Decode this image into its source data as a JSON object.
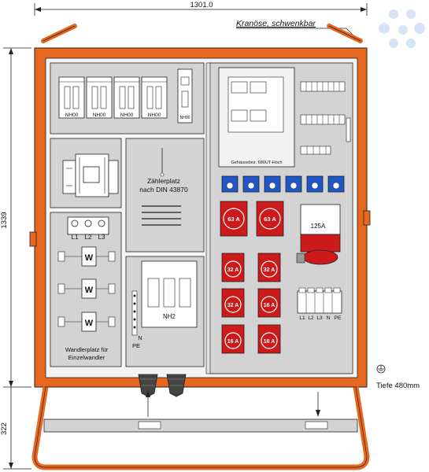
{
  "dims": {
    "width": "1301.0",
    "height": "1339",
    "base_height": "322",
    "depth": "Tiefe 480mm"
  },
  "annotations": {
    "crane": "Kranöse, schwenkbar",
    "meter_line1": "Zählerplatz",
    "meter_line2": "nach DIN 43870",
    "transformer_line1": "Wandlerplatz für",
    "transformer_line2": "Einzelwandler",
    "housing": "Gehäusebez. 680UT-Hoch"
  },
  "fuses": {
    "nh": [
      "NH00",
      "NH00",
      "NH00",
      "NH00"
    ],
    "nh_small": "NH00",
    "nh2": "NH2"
  },
  "phases": [
    "L1",
    "L2",
    "L3"
  ],
  "w_labels": [
    "W",
    "W",
    "W"
  ],
  "earth": [
    "N",
    "PE"
  ],
  "sockets_large": [
    "63 A",
    "63 A"
  ],
  "socket_125": "125A",
  "sockets_small": [
    "32 A",
    "32 A",
    "32 A",
    "16 A",
    "16 A",
    "16 A"
  ],
  "terminals": [
    "L1",
    "L2",
    "L3",
    "N",
    "PE"
  ],
  "colors": {
    "frame": "#e8671f",
    "socket_red": "#cc1a1a",
    "socket_blue": "#1f57c9",
    "panel": "#d3d3d3"
  }
}
